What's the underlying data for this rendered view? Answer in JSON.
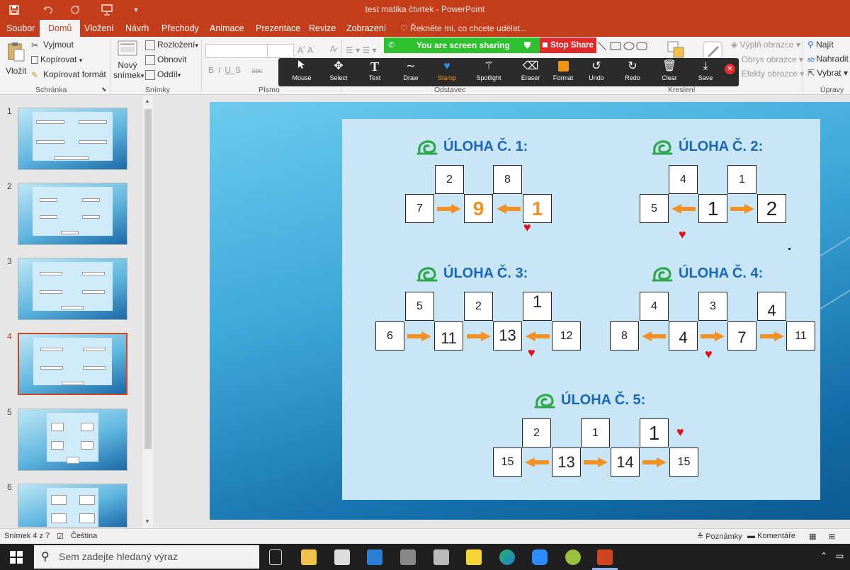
{
  "window": {
    "title": "test matika čtvrtek - PowerPoint"
  },
  "tabs": [
    "Soubor",
    "Domů",
    "Vložení",
    "Návrh",
    "Přechody",
    "Animace",
    "Prezentace",
    "Revize",
    "Zobrazení"
  ],
  "active_tab": "Domů",
  "tell_me": "Řekněte mi, co chcete udělat...",
  "ribbon": {
    "clipboard": {
      "paste": "Vložit",
      "cut": "Vyjmout",
      "copy": "Kopírovat",
      "format_painter": "Kopírovat formát",
      "label": "Schránka"
    },
    "slides": {
      "new_slide_1": "Nový",
      "new_slide_2": "snímek",
      "layout": "Rozložení",
      "reset": "Obnovit",
      "section": "Oddíl",
      "label": "Snímky"
    },
    "font": {
      "label": "Písmo"
    },
    "paragraph": {
      "label": "Odstavec"
    },
    "drawing": {
      "fill": "Výplň obrazce",
      "outline": "Obrys obrazce",
      "effects": "Efekty obrazce",
      "label": "Kreslení"
    },
    "editing": {
      "find": "Najít",
      "replace": "Nahradit",
      "select": "Vybrat",
      "label": "Úpravy"
    }
  },
  "share": {
    "status": "You are screen sharing",
    "stop": "Stop Share"
  },
  "annotation_tools": [
    {
      "label": "Mouse",
      "icon": "cursor-icon"
    },
    {
      "label": "Select",
      "icon": "move-icon"
    },
    {
      "label": "Text",
      "icon": "text-icon"
    },
    {
      "label": "Draw",
      "icon": "wave-icon"
    },
    {
      "label": "Stamp",
      "icon": "heart-icon"
    },
    {
      "label": "Spotlight",
      "icon": "wand-icon"
    },
    {
      "label": "Eraser",
      "icon": "eraser-icon"
    },
    {
      "label": "Format",
      "icon": "color-square-icon"
    },
    {
      "label": "Undo",
      "icon": "undo-icon"
    },
    {
      "label": "Redo",
      "icon": "redo-icon"
    },
    {
      "label": "Clear",
      "icon": "trash-icon"
    },
    {
      "label": "Save",
      "icon": "download-icon"
    }
  ],
  "slides_panel": {
    "numbers": [
      "1",
      "2",
      "3",
      "4",
      "5",
      "6"
    ],
    "selected": "4"
  },
  "slide": {
    "tasks": [
      {
        "title": "ÚLOHA Č. 1:",
        "top": [
          "2",
          "8"
        ],
        "bottom": [
          "7",
          "9",
          "1"
        ]
      },
      {
        "title": "ÚLOHA Č. 2:",
        "top": [
          "4",
          "1"
        ],
        "bottom": [
          "5",
          "1",
          "2"
        ]
      },
      {
        "title": "ÚLOHA Č. 3:",
        "top": [
          "5",
          "2",
          "1"
        ],
        "bottom": [
          "6",
          "11",
          "13",
          "12"
        ]
      },
      {
        "title": "ÚLOHA Č. 4:",
        "top": [
          "4",
          "3",
          "4"
        ],
        "bottom": [
          "8",
          "4",
          "7",
          "11"
        ]
      },
      {
        "title": "ÚLOHA Č. 5:",
        "top": [
          "2",
          "1",
          "1"
        ],
        "bottom": [
          "15",
          "13",
          "14",
          "15"
        ]
      }
    ]
  },
  "status": {
    "slide_info": "Snímek 4 z 7",
    "language": "Čeština",
    "notes": "Poznámky",
    "comments": "Komentáře"
  },
  "taskbar": {
    "search_placeholder": "Sem zadejte hledaný výraz"
  },
  "colors": {
    "accent": "#c43e1c",
    "share_green": "#2fc02f",
    "stop_red": "#e02a2a",
    "task_blue": "#1b67b5",
    "arrow_orange": "#f19228",
    "heart_red": "#e3101c"
  }
}
